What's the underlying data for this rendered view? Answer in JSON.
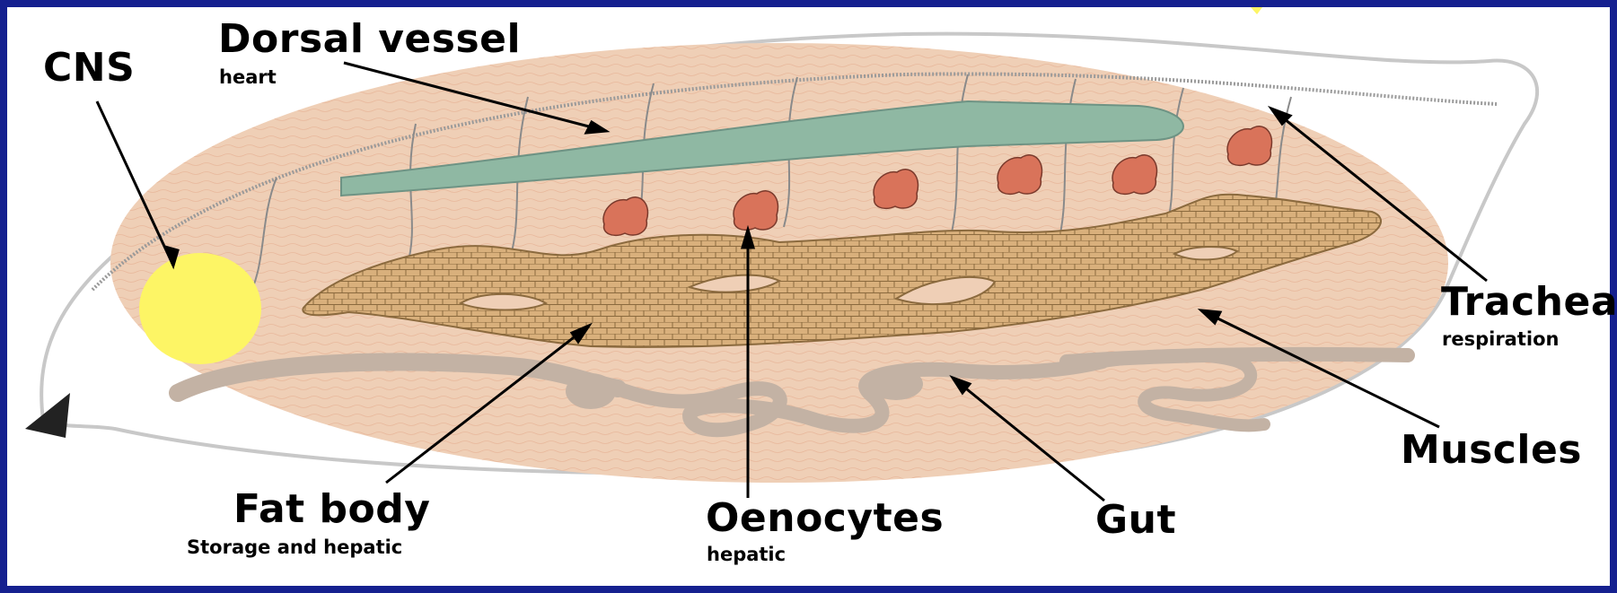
{
  "labels": {
    "cns": "CNS",
    "dorsal_vessel": "Dorsal vessel",
    "dorsal_vessel_sub": "heart",
    "trachea": "Trachea",
    "trachea_sub": "respiration",
    "muscles": "Muscles",
    "fat_body": "Fat body",
    "fat_body_sub": "Storage and hepatic",
    "oenocytes": "Oenocytes",
    "oenocytes_sub": "hepatic",
    "gut": "Gut"
  },
  "colors": {
    "frame": "#15208f",
    "body_fill": "#efcfb6",
    "cns": "#fdf565",
    "dorsal_vessel": "#8fb8a3",
    "fat_body": "#d9b07c",
    "oenocytes": "#d9735a",
    "gut": "#c3b2a4",
    "outline": "#bdbdbd"
  }
}
